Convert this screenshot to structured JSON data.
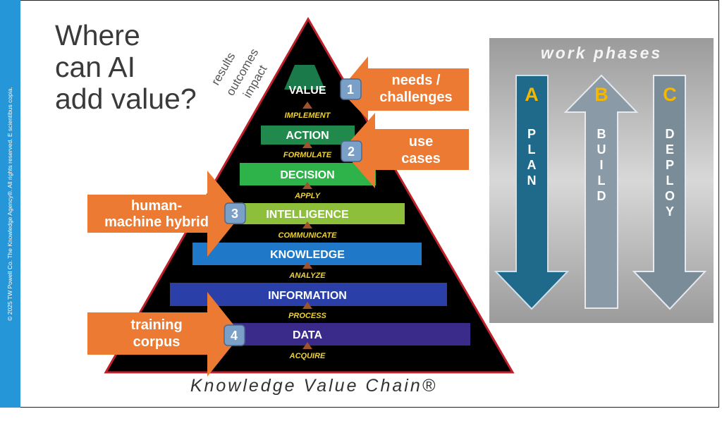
{
  "copyright": "© 2025 TW Powell Co. The Knowledge Agency®. All rights reserved. E scientibus copia.",
  "title_lines": [
    "Where",
    "can AI",
    "add value?"
  ],
  "diagonal_labels": [
    "results",
    "outcomes",
    "impact"
  ],
  "layers": [
    {
      "label": "VALUE",
      "color": "#1a7a4a"
    },
    {
      "label": "ACTION",
      "color": "#1f8a4c"
    },
    {
      "label": "DECISION",
      "color": "#2db34a"
    },
    {
      "label": "INTELLIGENCE",
      "color": "#8dbf3a"
    },
    {
      "label": "KNOWLEDGE",
      "color": "#1f78c8"
    },
    {
      "label": "INFORMATION",
      "color": "#2a3fa8"
    },
    {
      "label": "DATA",
      "color": "#3a2a8a"
    }
  ],
  "verbs": [
    "IMPLEMENT",
    "FORMULATE",
    "APPLY",
    "COMMUNICATE",
    "ANALYZE",
    "PROCESS",
    "ACQUIRE"
  ],
  "callouts": [
    {
      "number": "1",
      "lines": [
        "needs /",
        "challenges"
      ]
    },
    {
      "number": "2",
      "lines": [
        "use",
        "cases"
      ]
    },
    {
      "number": "3",
      "lines": [
        "human-",
        "machine hybrid"
      ]
    },
    {
      "number": "4",
      "lines": [
        "training",
        "corpus"
      ]
    }
  ],
  "chain_title": "Knowledge Value Chain®",
  "phases_title": "work phases",
  "phases": [
    {
      "letter": "A",
      "word": "PLAN",
      "direction": "down",
      "color": "#1f6a8a"
    },
    {
      "letter": "B",
      "word": "BUILD",
      "direction": "up",
      "color": "#8a9aa6"
    },
    {
      "letter": "C",
      "word": "DEPLOY",
      "direction": "down",
      "color": "#7a8c98"
    }
  ],
  "colors": {
    "callout": "#ec7a32",
    "badge": "#7aa0c8",
    "phase_letter": "#f5b800",
    "sidebar": "#2596d8"
  }
}
